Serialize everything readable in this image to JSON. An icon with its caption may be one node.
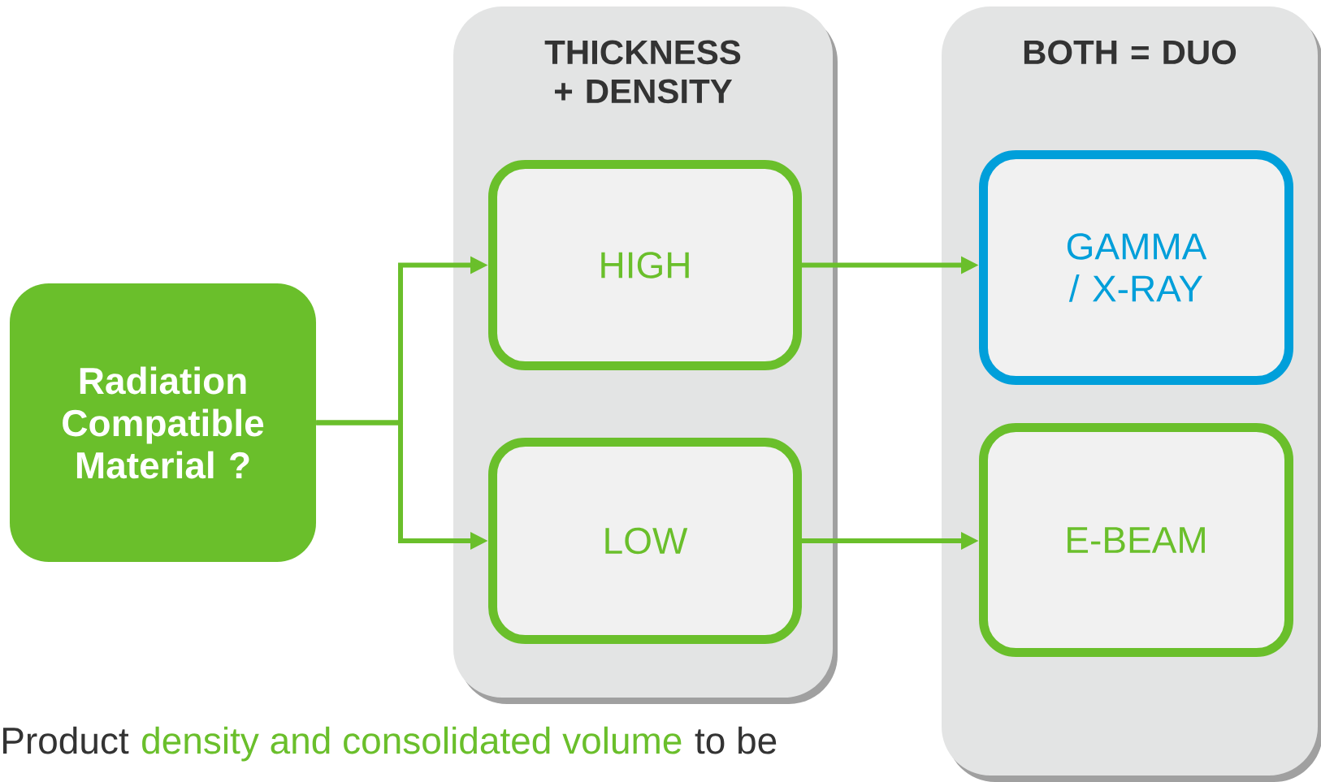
{
  "diagram": {
    "nodes": [
      {
        "text": [
          "Radiation Compatible Material ?"
        ]
      },
      {
        "text": [
          "THICKNESS + DENSITY"
        ]
      },
      {
        "text": [
          "HIGH"
        ],
        "in": 1
      },
      {
        "text": [
          "LOW"
        ],
        "in": 1
      },
      {
        "text": [
          "BOTH = DUO"
        ]
      },
      {
        "text": [
          "GAMMA / X-RAY"
        ],
        "in": 4
      },
      {
        "text": [
          "E-BEAM"
        ],
        "in": 4
      }
    ],
    "edges": [
      {
        "from": 0,
        "to": 2,
        "arrow": "to"
      },
      {
        "from": 0,
        "to": 3,
        "arrow": "to"
      },
      {
        "from": 2,
        "to": 5,
        "arrow": "to"
      },
      {
        "from": 3,
        "to": 6,
        "arrow": "to"
      }
    ],
    "labels": [
      "Product",
      "density and consolidated volume",
      "to be"
    ]
  }
}
